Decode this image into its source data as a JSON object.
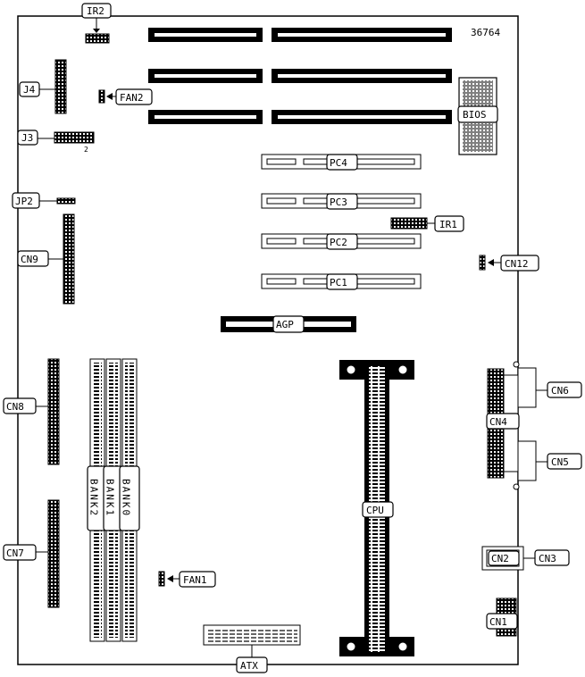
{
  "board_number": "36764",
  "labels": {
    "ir2": "IR2",
    "j4": "J4",
    "fan2": "FAN2",
    "j3": "J3",
    "j3_pin": "2",
    "jp2": "JP2",
    "cn9": "CN9",
    "cn8": "CN8",
    "cn7": "CN7",
    "bios": "BIOS",
    "pc4": "PC4",
    "pc3": "PC3",
    "ir1": "IR1",
    "pc2": "PC2",
    "pc1": "PC1",
    "cn12": "CN12",
    "agp": "AGP",
    "cn6": "CN6",
    "cn4": "CN4",
    "cn5": "CN5",
    "cpu": "CPU",
    "cn2": "CN2",
    "cn3": "CN3",
    "cn1": "CN1",
    "fan1": "FAN1",
    "atx": "ATX",
    "bank2": "BANK2",
    "bank1": "BANK1",
    "bank0": "BANK0"
  }
}
